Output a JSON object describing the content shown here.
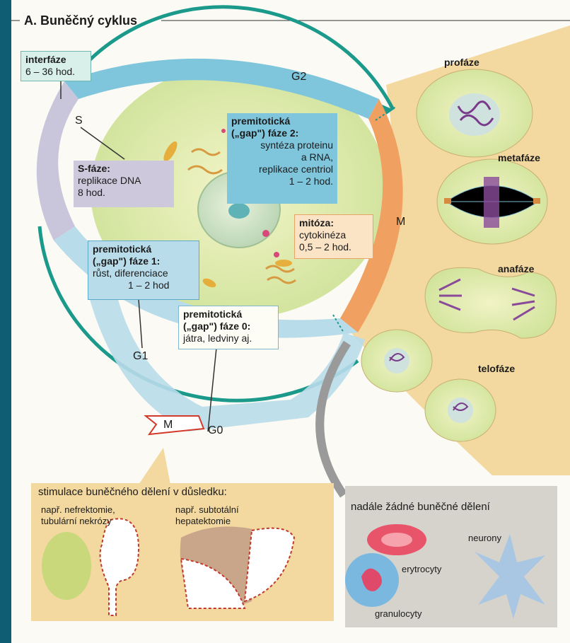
{
  "title": "A. Buněčný cyklus",
  "interphase": {
    "label": "interfáze",
    "duration": "6 – 36 hod."
  },
  "cycle_labels": {
    "s": "S",
    "g2": "G2",
    "m": "M",
    "g1": "G1",
    "g0": "G0",
    "m_small": "M"
  },
  "s_phase": {
    "title": "S-fáze:",
    "line1": "replikace DNA",
    "line2": "8 hod."
  },
  "g2_phase": {
    "title1": "premitotická",
    "title2": "(„gap\") fáze 2:",
    "line1": "syntéza proteinu",
    "line2": "a RNA,",
    "line3": "replikace centriol",
    "line4": "1 – 2 hod."
  },
  "mitosis": {
    "title": "mitóza:",
    "line1": "cytokinéza",
    "line2": "0,5 – 2 hod."
  },
  "g1_phase": {
    "title1": "premitotická",
    "title2": "(„gap\") fáze 1:",
    "line1": "růst, diferenciace",
    "line2": "1 – 2 hod"
  },
  "g0_phase": {
    "title1": "premitotická",
    "title2": "(„gap\") fáze 0:",
    "line1": "játra, ledviny aj."
  },
  "mitosis_stages": [
    "profáze",
    "metafáze",
    "anafáze",
    "telofáze"
  ],
  "stimulation": {
    "title": "stimulace buněčného dělení v důsledku:",
    "kidney1": "např. nefrektomie,",
    "kidney2": "tubulární nekrózy",
    "liver1": "např. subtotální",
    "liver2": "hepatektomie"
  },
  "no_division": {
    "title": "nadále žádné buněčné dělení",
    "erythrocytes": "erytrocyty",
    "neurons": "neurony",
    "granulocytes": "granulocyty"
  },
  "colors": {
    "g2": "#7fc6dc",
    "s": "#c9c6dc",
    "m": "#f0a060",
    "g1": "#b8dcea",
    "frame": "#1b9a8c",
    "cell": "#e9eba0",
    "stage_bg": "#f3d9a0",
    "g0_box": "#fff4d9",
    "g0_border": "#d23a2a"
  }
}
